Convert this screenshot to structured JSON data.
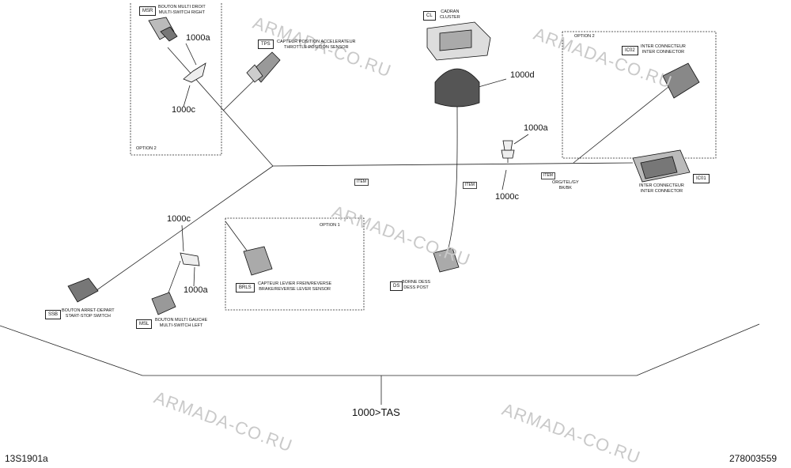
{
  "watermark": "ARMADA-CO.RU",
  "figure_codes": {
    "left": "13S1901a",
    "right": "278003559"
  },
  "main_harness": "1000>TAS",
  "wire_refs": {
    "a_top": "1000a",
    "c_top": "1000c",
    "d": "1000d",
    "a_right": "1000a",
    "c_right": "1000c",
    "c_mid": "1000c",
    "a_mid": "1000a"
  },
  "options": {
    "opt2_left": "OPTION 2",
    "opt2_right": "OPTION 2",
    "opt1": "OPTION 1"
  },
  "components": {
    "msr": {
      "code": "MSR",
      "label": "BOUTON MULTI DROIT\nMULTI-SWITCH RIGHT"
    },
    "tps": {
      "code": "TPS",
      "label": "CAPTEUR POSITION ACCELERATEUR\nTHROTTLE POSITION SENSOR"
    },
    "cl": {
      "code": "CL",
      "label": "CADRAN\nCLUSTER"
    },
    "ic2": {
      "code": "IC02",
      "label": "INTER CONNECTEUR\nINTER CONNECTOR"
    },
    "ic1": {
      "code": "IC01",
      "label": "INTER CONNECTEUR\nINTER CONNECTOR"
    },
    "ssb": {
      "code": "SSB",
      "label": "BOUTON ARRET-DEPART\nSTART-STOP SWITCH"
    },
    "msl": {
      "code": "MSL",
      "label": "BOUTON MULTI GAUCHE\nMULTI-SWITCH LEFT"
    },
    "bls": {
      "code": "BRLS",
      "label": "CAPTEUR LEVIER FREIN/REVERSE\nBRAKE/REVERSE LEVER SENSOR"
    },
    "dp": {
      "code": "DS",
      "label": "BORNE DESS\nDESS POST"
    }
  },
  "wire_tags": {
    "t1": "ITEM",
    "t2": "ITEM",
    "t3": "ITEM"
  },
  "small_note": "ORG/TEL/GY\nBK/BK"
}
